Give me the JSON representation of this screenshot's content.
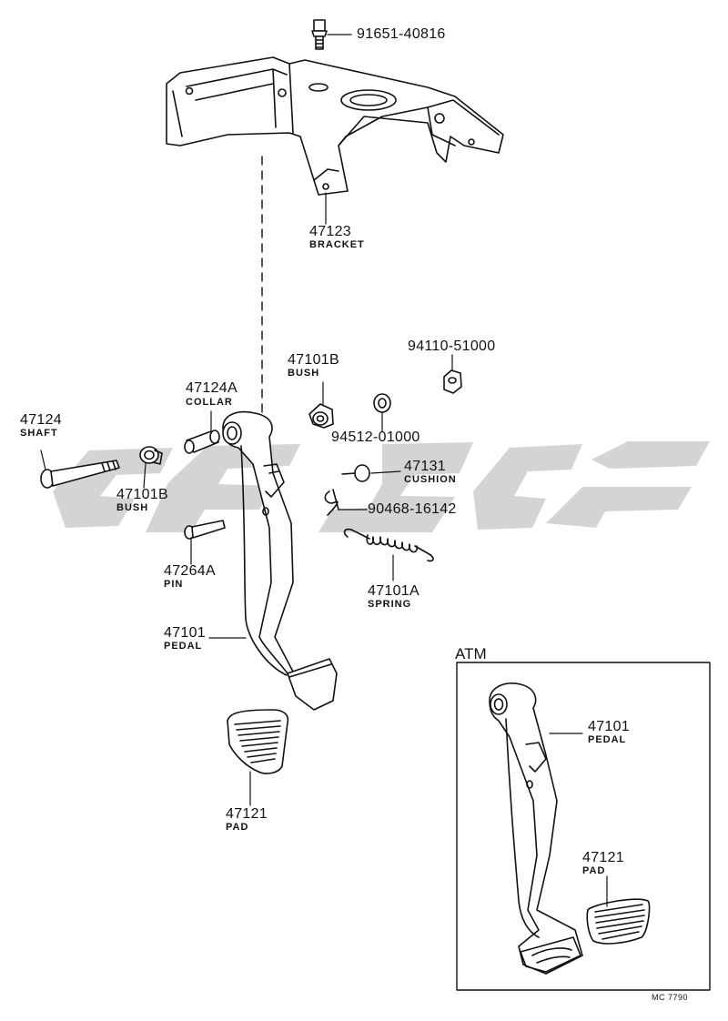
{
  "parts": {
    "bolt_top": {
      "number": "91651-40816"
    },
    "bracket": {
      "number": "47123",
      "name": "BRACKET"
    },
    "nut": {
      "number": "94110-51000"
    },
    "bush_upper": {
      "number": "47101B",
      "name": "BUSH"
    },
    "collar": {
      "number": "47124A",
      "name": "COLLAR"
    },
    "shaft": {
      "number": "47124",
      "name": "SHAFT"
    },
    "washer": {
      "number": "94512-01000"
    },
    "cushion": {
      "number": "47131",
      "name": "CUSHION"
    },
    "bush_lower": {
      "number": "47101B",
      "name": "BUSH"
    },
    "clip": {
      "number": "90468-16142"
    },
    "pin": {
      "number": "47264A",
      "name": "PIN"
    },
    "spring": {
      "number": "47101A",
      "name": "SPRING"
    },
    "pedal": {
      "number": "47101",
      "name": "PEDAL"
    },
    "pad": {
      "number": "47121",
      "name": "PAD"
    }
  },
  "atm": {
    "title": "ATM",
    "pedal": {
      "number": "47101",
      "name": "PEDAL"
    },
    "pad": {
      "number": "47121",
      "name": "PAD"
    }
  },
  "diagram_code": "MC 7790",
  "colors": {
    "ink": "#111111",
    "watermark": "#d4d4d4"
  }
}
